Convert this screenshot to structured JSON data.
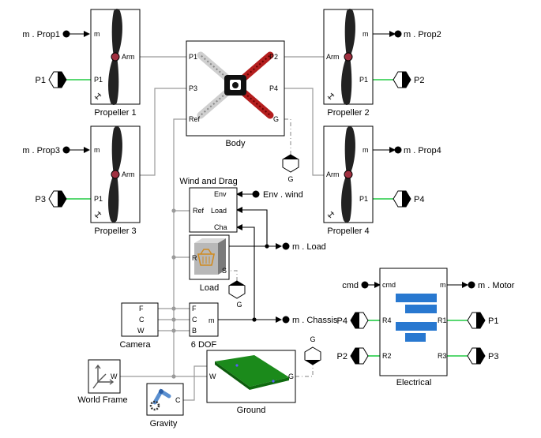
{
  "blocks": {
    "propeller1": {
      "label": "Propeller 1",
      "ports": {
        "m": "m",
        "arm": "Arm",
        "p1": "P1"
      }
    },
    "propeller2": {
      "label": "Propeller 2",
      "ports": {
        "m": "m",
        "arm": "Arm",
        "p1": "P1"
      }
    },
    "propeller3": {
      "label": "Propeller 3",
      "ports": {
        "m": "m",
        "arm": "Arm",
        "p1": "P1"
      }
    },
    "propeller4": {
      "label": "Propeller 4",
      "ports": {
        "m": "m",
        "arm": "Arm",
        "p1": "P1"
      }
    },
    "body": {
      "label": "Body",
      "ports": {
        "p1": "P1",
        "p2": "P2",
        "p3": "P3",
        "p4": "P4",
        "ref": "Ref",
        "g": "G"
      }
    },
    "wind": {
      "label": "Wind and Drag",
      "ports": {
        "env": "Env",
        "ref": "Ref",
        "load": "Load",
        "cha": "Cha"
      }
    },
    "load": {
      "label": "Load",
      "ports": {
        "r": "R",
        "s": "S"
      }
    },
    "camera": {
      "label": "Camera",
      "ports": {
        "f": "F",
        "c": "C",
        "w": "W"
      }
    },
    "dof6": {
      "label": "6 DOF",
      "ports": {
        "f": "F",
        "c": "C",
        "b": "B",
        "m": "m"
      }
    },
    "world": {
      "label": "World Frame",
      "ports": {
        "w": "W"
      }
    },
    "gravity": {
      "label": "Gravity",
      "ports": {
        "c": "C"
      }
    },
    "ground": {
      "label": "Ground",
      "ports": {
        "w": "W",
        "g": "G"
      }
    },
    "electrical": {
      "label": "Electrical",
      "ports": {
        "cmd": "cmd",
        "m": "m",
        "r1": "R1",
        "r2": "R2",
        "r3": "R3",
        "r4": "R4"
      }
    }
  },
  "signals": {
    "prop1": "m . Prop1",
    "prop2": "m . Prop2",
    "prop3": "m . Prop3",
    "prop4": "m . Prop4",
    "env_wind": "Env . wind",
    "load": "m . Load",
    "chassis": "m . Chassis",
    "cmd": "cmd",
    "motor": "m . Motor"
  },
  "connection_tags": {
    "p1_left": "P1",
    "p2_right": "P2",
    "p3_left": "P3",
    "p4_right": "P4",
    "g_body": "G",
    "g_load": "G",
    "g_ground": "G",
    "el_p4": "P4",
    "el_p2": "P2",
    "el_p1": "P1",
    "el_p3": "P3"
  },
  "colors": {
    "connection": "#9a9a9a",
    "electrical": "#22cc44",
    "frame": "#cc2222",
    "ground": "#1b8a1b",
    "electrical_icon": "#2878d0"
  }
}
